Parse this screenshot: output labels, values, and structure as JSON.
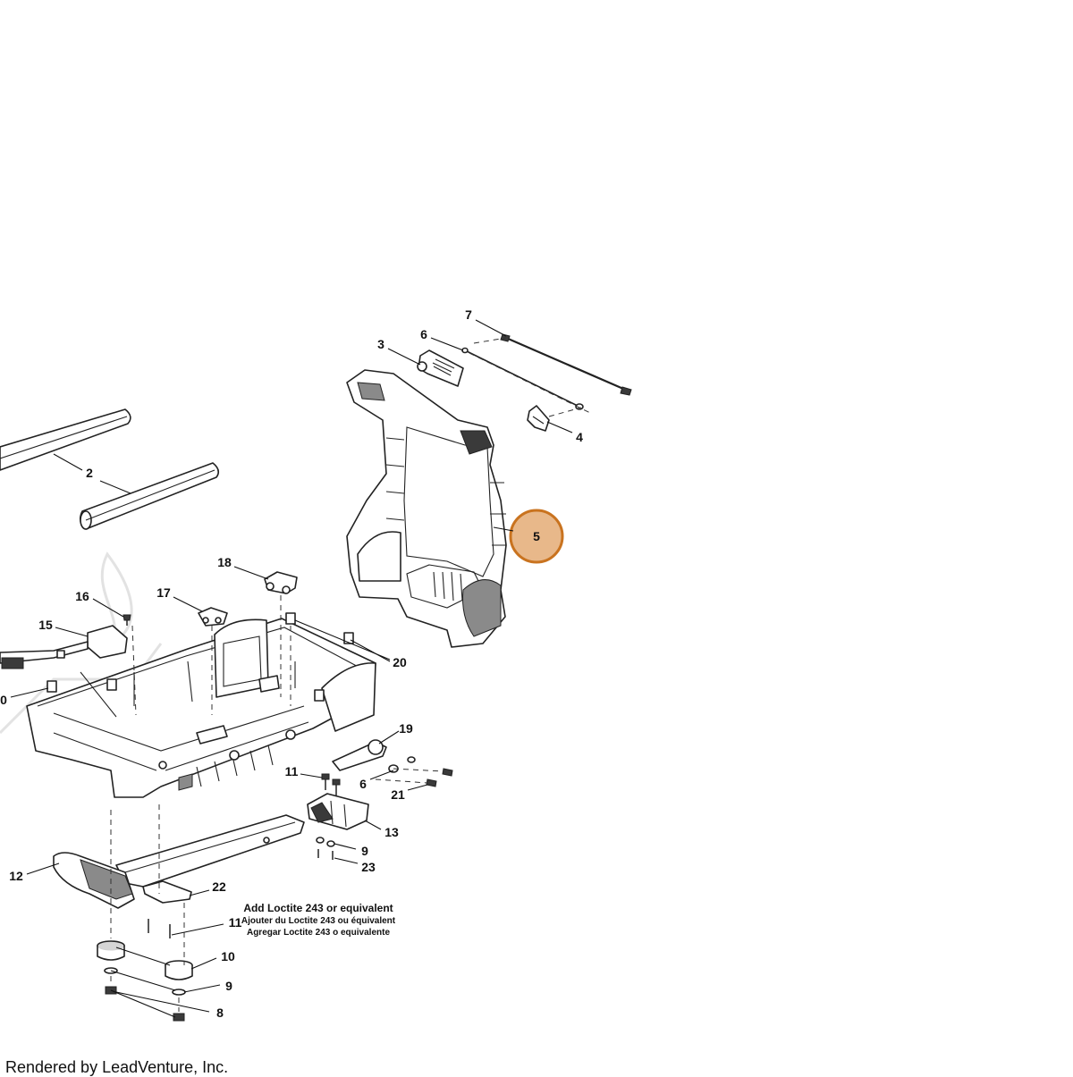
{
  "diagram": {
    "callouts": [
      {
        "id": "c7",
        "text": "7"
      },
      {
        "id": "c3",
        "text": "3"
      },
      {
        "id": "c6a",
        "text": "6"
      },
      {
        "id": "c4",
        "text": "4"
      },
      {
        "id": "c2",
        "text": "2"
      },
      {
        "id": "c5",
        "text": "5"
      },
      {
        "id": "c18",
        "text": "18"
      },
      {
        "id": "c16",
        "text": "16"
      },
      {
        "id": "c17",
        "text": "17"
      },
      {
        "id": "c15",
        "text": "15"
      },
      {
        "id": "c20a",
        "text": "20"
      },
      {
        "id": "c20b",
        "text": "0"
      },
      {
        "id": "c19",
        "text": "19"
      },
      {
        "id": "c11a",
        "text": "11"
      },
      {
        "id": "c6b",
        "text": "6"
      },
      {
        "id": "c21",
        "text": "21"
      },
      {
        "id": "c13",
        "text": "13"
      },
      {
        "id": "c9a",
        "text": "9"
      },
      {
        "id": "c23",
        "text": "23"
      },
      {
        "id": "c12",
        "text": "12"
      },
      {
        "id": "c22",
        "text": "22"
      },
      {
        "id": "c11b",
        "text": "11"
      },
      {
        "id": "c10",
        "text": "10"
      },
      {
        "id": "c9b",
        "text": "9"
      },
      {
        "id": "c8",
        "text": "8"
      }
    ],
    "highlight": {
      "label": "5",
      "color": "#e8b88a",
      "border": "#c9731f"
    },
    "note": {
      "line1": "Add Loctite 243 or equivalent",
      "line2": "Ajouter du Loctite 243 ou équivalent",
      "line3": "Agregar Loctite 243 o equivalente"
    },
    "watermark_icon": "flame-logo-icon"
  },
  "footer": {
    "text": "Rendered by LeadVenture, Inc."
  }
}
